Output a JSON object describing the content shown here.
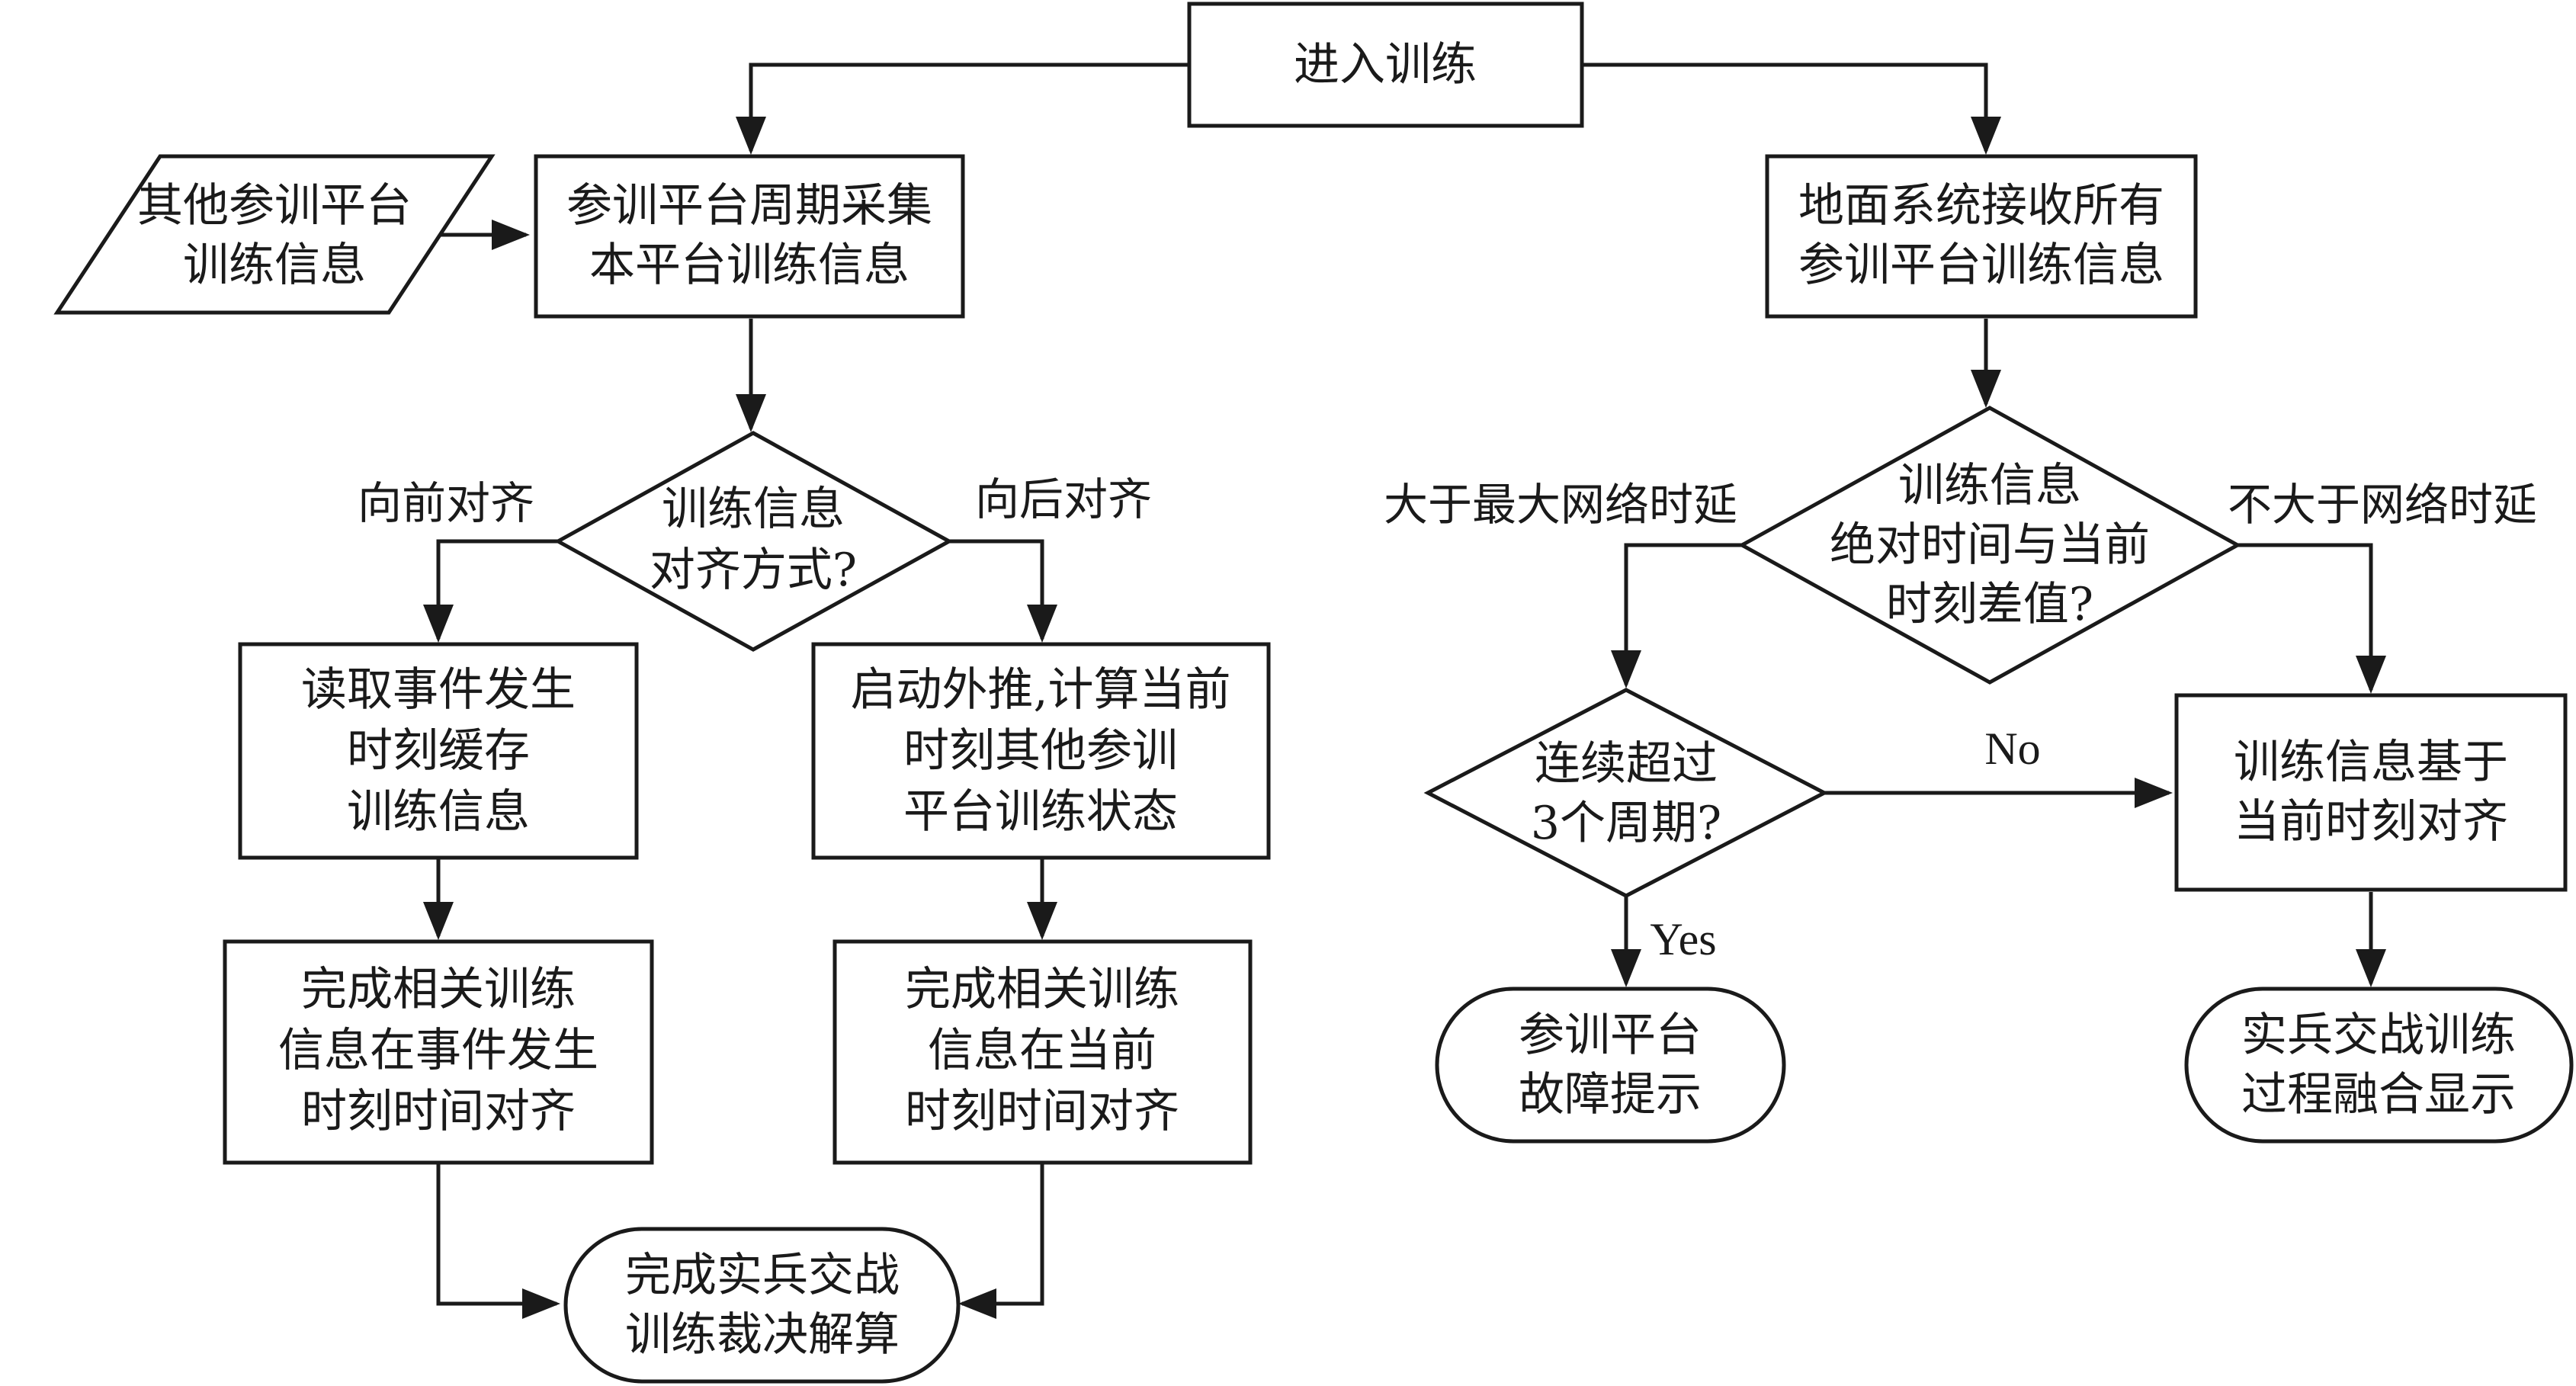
{
  "diagram": {
    "nodes": {
      "enter_training": "进入训练",
      "other_platforms_info": [
        "其他参训平台",
        "训练信息"
      ],
      "platform_collect": [
        "参训平台周期采集",
        "本平台训练信息"
      ],
      "ground_receive": [
        "地面系统接收所有",
        "参训平台训练信息"
      ],
      "align_mode_decision": [
        "训练信息",
        "对齐方式?"
      ],
      "time_diff_decision": [
        "训练信息",
        "绝对时间与当前",
        "时刻差值?"
      ],
      "read_event_cache": [
        "读取事件发生",
        "时刻缓存",
        "训练信息"
      ],
      "extrapolate": [
        "启动外推,计算当前",
        "时刻其他参训",
        "平台训练状态"
      ],
      "exceed_3_cycles": [
        "连续超过",
        "3个周期?"
      ],
      "align_current_time": [
        "训练信息基于",
        "当前时刻对齐"
      ],
      "align_event_time": [
        "完成相关训练",
        "信息在事件发生",
        "时刻时间对齐"
      ],
      "align_current_moment": [
        "完成相关训练",
        "信息在当前",
        "时刻时间对齐"
      ],
      "fault_prompt": [
        "参训平台",
        "故障提示"
      ],
      "fusion_display": [
        "实兵交战训练",
        "过程融合显示"
      ],
      "adjudication": [
        "完成实兵交战",
        "训练裁决解算"
      ]
    },
    "edge_labels": {
      "forward_align": "向前对齐",
      "backward_align": "向后对齐",
      "exceed_max_delay": "大于最大网络时延",
      "not_exceed_delay": "不大于网络时延",
      "no": "No",
      "yes": "Yes"
    }
  }
}
